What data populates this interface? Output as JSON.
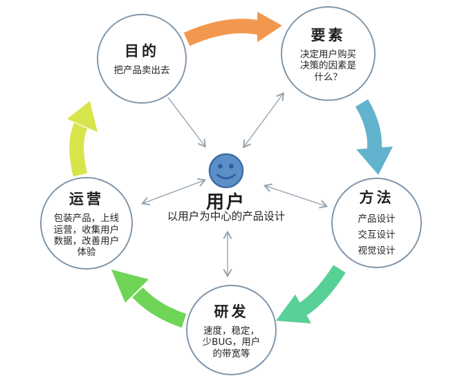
{
  "diagram_title": "user-centered-product-design-cycle",
  "center": {
    "title": "用户",
    "subtitle": "以用户为中心的产品设计",
    "icon": "smiley-face"
  },
  "nodes": {
    "purpose": {
      "title": "目的",
      "lines": [
        "把产品卖出去"
      ]
    },
    "elements": {
      "title": "要素",
      "lines": [
        "决定用户购买",
        "决策的因素是",
        "什么？"
      ]
    },
    "methods": {
      "title": "方法",
      "lines": [
        "产品设计",
        "交互设计",
        "视觉设计"
      ]
    },
    "dev": {
      "title": "研发",
      "lines": [
        "速度，稳定，",
        "少BUG，用户",
        "的带宽等"
      ]
    },
    "operations": {
      "title": "运营",
      "lines": [
        "包装产品，上线",
        "运营，收集用户",
        "数据，改善用户",
        "体验"
      ]
    }
  },
  "colors": {
    "arrow_orange": "#F2984E",
    "arrow_teal": "#62B3CD",
    "arrow_mint": "#58D096",
    "arrow_green": "#6ED557",
    "arrow_yellowgreen": "#D8E44C",
    "connector": "#94A2AE",
    "circle_border": "#8095A9",
    "face_fill": "#5C8EC7",
    "face_border": "#3C6CA4",
    "face_feature": "#2E5E9E"
  }
}
